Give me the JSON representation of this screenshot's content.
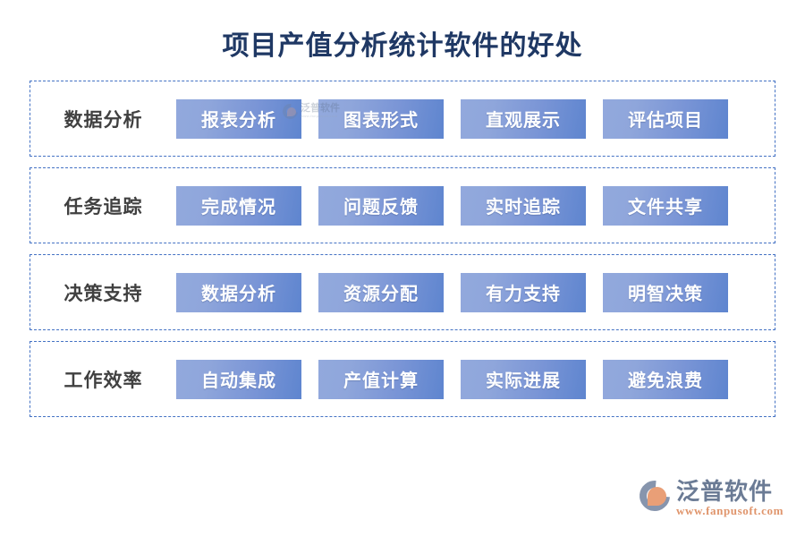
{
  "page": {
    "title": "项目产值分析统计软件的好处",
    "title_color": "#1f3864",
    "background": "#ffffff"
  },
  "theme": {
    "dashed_border_color": "#4472c4",
    "chip_gradient_start": "#92a9dd",
    "chip_gradient_end": "#5e85cf",
    "chip_text_color": "#ffffff",
    "row_label_color": "#404040"
  },
  "rows": [
    {
      "label": "数据分析",
      "chips": [
        "报表分析",
        "图表形式",
        "直观展示",
        "评估项目"
      ]
    },
    {
      "label": "任务追踪",
      "chips": [
        "完成情况",
        "问题反馈",
        "实时追踪",
        "文件共享"
      ]
    },
    {
      "label": "决策支持",
      "chips": [
        "数据分析",
        "资源分配",
        "有力支持",
        "明智决策"
      ]
    },
    {
      "label": "工作效率",
      "chips": [
        "自动集成",
        "产值计算",
        "实际进展",
        "避免浪费"
      ]
    }
  ],
  "watermark": {
    "name": "泛普软件",
    "url": "www.fanpusoft.com"
  },
  "brand": {
    "name": "泛普软件",
    "url": "www.fanpusoft.com"
  }
}
